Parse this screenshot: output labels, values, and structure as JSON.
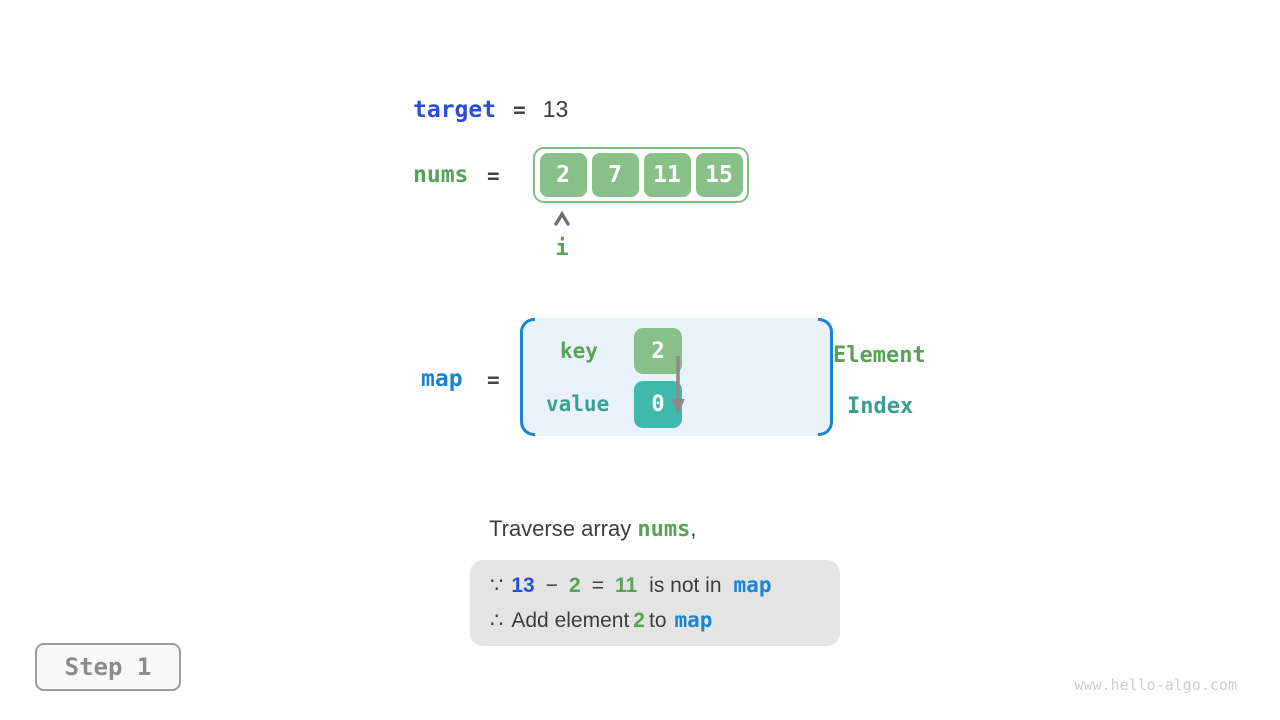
{
  "figure": {
    "step_badge": "Step 1",
    "watermark": "www.hello-algo.com"
  },
  "target_row": {
    "label": "target",
    "equals": "=",
    "value": "13"
  },
  "nums_row": {
    "label": "nums",
    "equals": "=",
    "values": [
      "2",
      "7",
      "11",
      "15"
    ],
    "pointer_label": "i"
  },
  "map_row": {
    "label": "map",
    "equals": "=",
    "key_label": "key",
    "key_value": "2",
    "value_label": "value",
    "value_value": "0",
    "element_label": "Element",
    "index_label": "Index"
  },
  "caption": {
    "before": "Traverse array ",
    "code": "nums",
    "after": ","
  },
  "reasoning_box": {
    "line1": {
      "symbol": "∵",
      "minuend": "13",
      "operator": "−",
      "subtrahend": "2",
      "equals": "=",
      "difference": "11",
      "text": "is not in",
      "code": "map"
    },
    "line2": {
      "symbol": "∴",
      "before": "Add element",
      "value": "2",
      "middle": "to",
      "code": "map"
    }
  },
  "colors": {
    "royal_blue": "#2b4ed4",
    "azure_blue": "#1b84d2",
    "green_text": "#57a257",
    "teal_text": "#3a9e95",
    "green_box": "#89c089",
    "teal_box": "#40b9ad",
    "dark_text": "#3d3d3d",
    "map_fill": "#e9f2fb",
    "reasoning_fill": "#e4e4e4"
  }
}
